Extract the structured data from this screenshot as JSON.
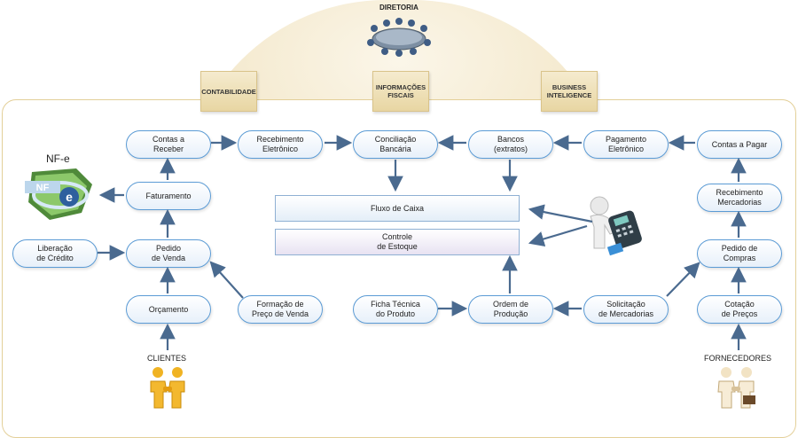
{
  "top": {
    "title": "DIRETORIA"
  },
  "tabs": {
    "contabilidade": "CONTABILIDADE",
    "fiscais": "INFORMAÇÕES\nFISCAIS",
    "bi": "BUSINESS\nINTELIGENCE"
  },
  "nfe_label": "NF-e",
  "nodes": {
    "contas_receber": "Contas a\nReceber",
    "recebimento_eletronico": "Recebimento\nEletrônico",
    "conciliacao": "Conciliação\nBancária",
    "bancos": "Bancos\n(extratos)",
    "pagamento_eletronico": "Pagamento\nEletrônico",
    "contas_pagar": "Contas a Pagar",
    "faturamento": "Faturamento",
    "recebimento_mercadorias": "Recebimento\nMercadorias",
    "liberacao_credito": "Liberação\nde Crédito",
    "pedido_venda": "Pedido\nde Venda",
    "pedido_compras": "Pedido de\nCompras",
    "orcamento": "Orçamento",
    "formacao_preco": "Formação de\nPreço de Venda",
    "ficha_tecnica": "Ficha Técnica\ndo Produto",
    "ordem_producao": "Ordem de\nProdução",
    "solicitacao_mercadorias": "Solicitação\nde Mercadorias",
    "cotacao_precos": "Cotação\nde Preços"
  },
  "center": {
    "fluxo_caixa": "Fluxo de Caixa",
    "controle_estoque": "Controle\nde Estoque"
  },
  "clientes": "CLIENTES",
  "fornecedores": "FORNECEDORES",
  "colors": {
    "node_border": "#5b9bd5",
    "arrow": "#4a6a8f",
    "tab": "#e8d6a3"
  }
}
